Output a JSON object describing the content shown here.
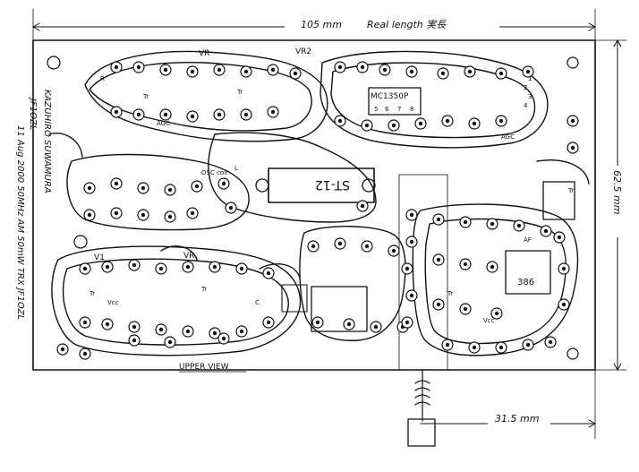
{
  "dimensions": {
    "width_label": "105 mm",
    "real_length_label": "Real length 実長",
    "height_label": "62.5 mm",
    "offset_label": "31.5 mm"
  },
  "labels": {
    "upper_view": "UPPER VIEW",
    "author_name": "KAZUHIRO SUWAMURA",
    "callsign": "JF1OZL",
    "date_line": "11 Aug 2000 50MHz AM 50mW TRX JF1OZL",
    "ic_center": "ST-12",
    "ic_top": "MC1350P",
    "vr_left": "VR",
    "vr_right": "VR2",
    "agc_left": "AGC",
    "agc_right": "AGC",
    "osc_coil": "OSC coil",
    "vr1": "V1",
    "vr3": "VR",
    "vcc1": "Vcc",
    "vcc2": "Vcc",
    "part_tr": "Tr",
    "part_tr2": "Tr",
    "part_tr3": "Tr",
    "part_tr4": "Tr",
    "part_tr5": "Tr",
    "part_tr6": "Tr",
    "part_af": "AF",
    "part_386": "386",
    "part_r": "R",
    "part_l": "L",
    "part_c": "C",
    "part_num_1": "1",
    "part_num_2": "2",
    "part_num_3": "3",
    "part_num_4": "4",
    "part_num_5": "5",
    "part_num_6": "6",
    "part_num_7": "7",
    "part_num_8": "8"
  }
}
